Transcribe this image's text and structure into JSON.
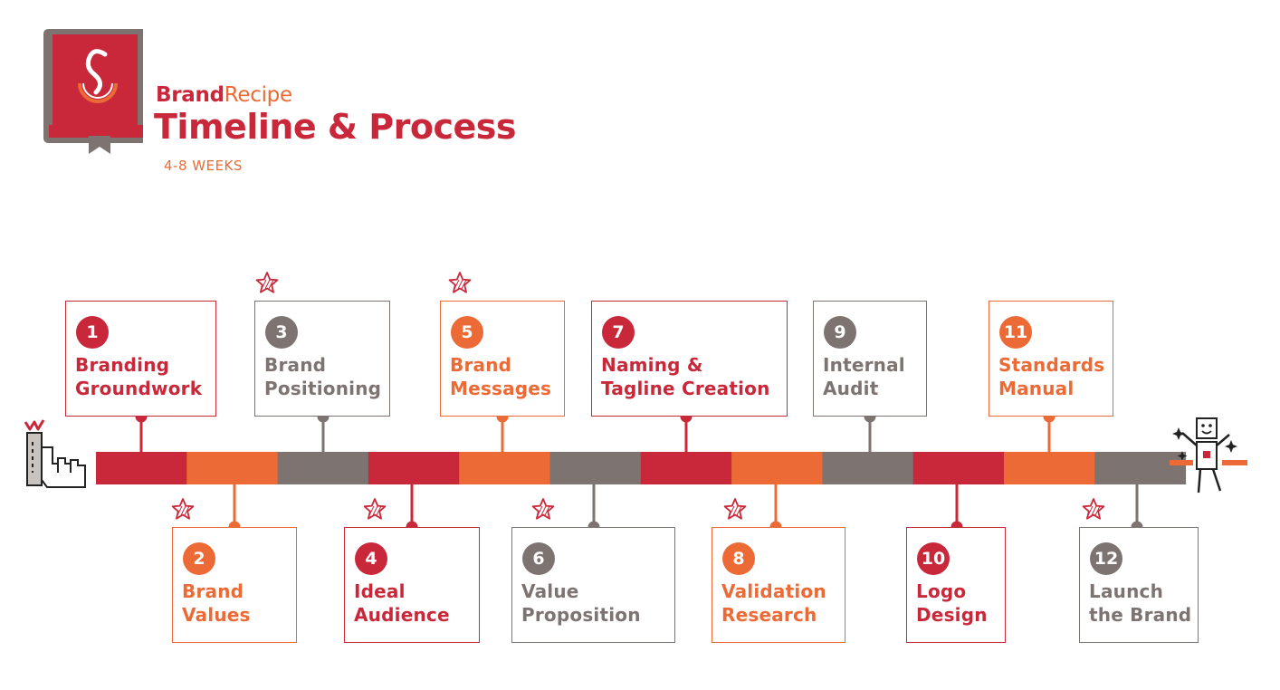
{
  "header": {
    "brand_part1": "Brand",
    "brand_part2": "Recipe",
    "title": "Timeline & Process",
    "subtitle": "4-8 WEEKS"
  },
  "colors": {
    "red": "#c9283a",
    "orange": "#ec6a36",
    "gray": "#7d7370"
  },
  "icons": [
    "book-logo-icon",
    "hand-pointer-icon",
    "celebrating-robot-icon",
    "star-icon"
  ],
  "steps": [
    {
      "num": "1",
      "line1": "Branding",
      "line2": "Groundwork",
      "color": "red"
    },
    {
      "num": "2",
      "line1": "Brand",
      "line2": "Values",
      "color": "orange"
    },
    {
      "num": "3",
      "line1": "Brand",
      "line2": "Positioning",
      "color": "gray"
    },
    {
      "num": "4",
      "line1": "Ideal",
      "line2": "Audience",
      "color": "red"
    },
    {
      "num": "5",
      "line1": "Brand",
      "line2": "Messages",
      "color": "orange"
    },
    {
      "num": "6",
      "line1": "Value",
      "line2": "Proposition",
      "color": "gray"
    },
    {
      "num": "7",
      "line1": "Naming &",
      "line2": "Tagline Creation",
      "color": "red"
    },
    {
      "num": "8",
      "line1": "Validation",
      "line2": "Research",
      "color": "orange"
    },
    {
      "num": "9",
      "line1": "Internal",
      "line2": "Audit",
      "color": "gray"
    },
    {
      "num": "10",
      "line1": "Logo",
      "line2": "Design",
      "color": "red"
    },
    {
      "num": "11",
      "line1": "Standards",
      "line2": "Manual",
      "color": "orange"
    },
    {
      "num": "12",
      "line1": "Launch",
      "line2": "the Brand",
      "color": "gray"
    }
  ]
}
